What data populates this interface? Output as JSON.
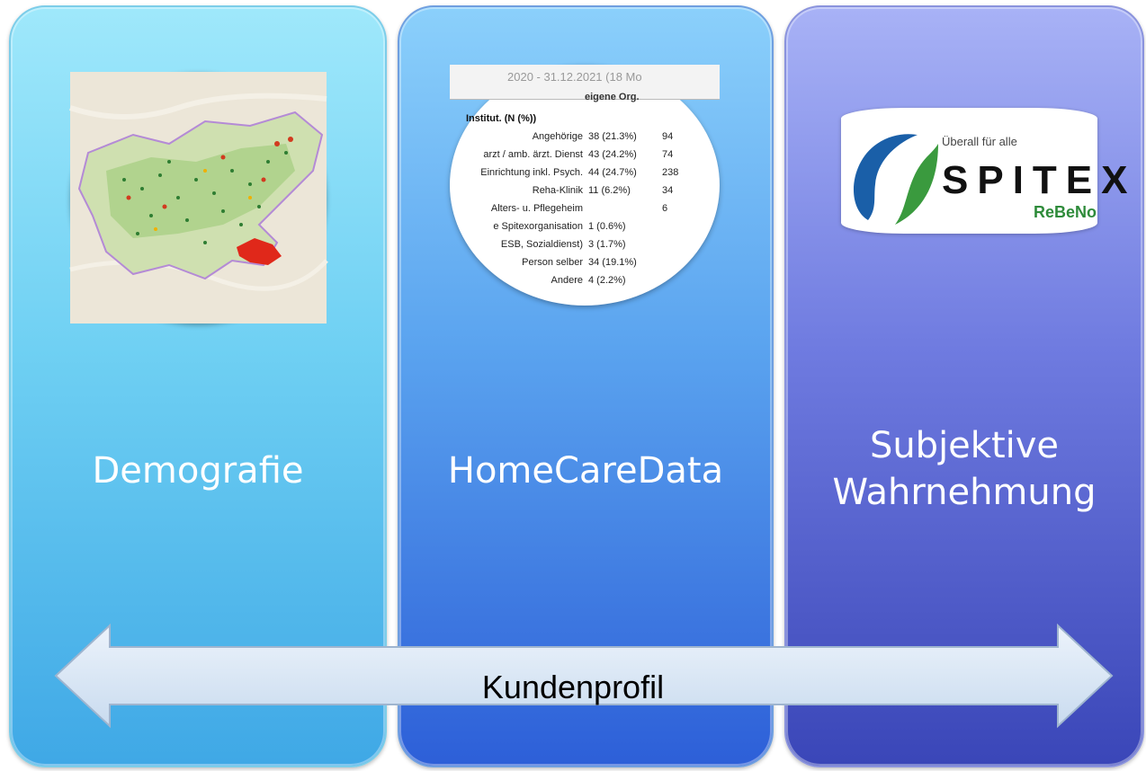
{
  "columns": [
    {
      "title": "Demografie"
    },
    {
      "title": "HomeCareData"
    },
    {
      "title": "Subjektive Wahrnehmung"
    }
  ],
  "table_snippet": {
    "date_range": "2020 - 31.12.2021 (18 Mo",
    "column_header": "eigene Org.",
    "section": "Institut. (N (%))",
    "rows": [
      {
        "label": "Angehörige",
        "value": "38 (21.3%)",
        "extra": "94"
      },
      {
        "label": "arzt / amb. ärzt. Dienst",
        "value": "43 (24.2%)",
        "extra": "74"
      },
      {
        "label": "Einrichtung inkl. Psych.",
        "value": "44 (24.7%)",
        "extra": "238"
      },
      {
        "label": "Reha-Klinik",
        "value": "11 (6.2%)",
        "extra": "34"
      },
      {
        "label": "Alters- u. Pflegeheim",
        "value": "",
        "extra": "6"
      },
      {
        "label": "e Spitexorganisation",
        "value": "1 (0.6%)",
        "extra": ""
      },
      {
        "label": "ESB, Sozialdienst)",
        "value": "3 (1.7%)",
        "extra": ""
      },
      {
        "label": "Person selber",
        "value": "34 (19.1%)",
        "extra": ""
      },
      {
        "label": "Andere",
        "value": "4 (2.2%)",
        "extra": ""
      }
    ]
  },
  "logo": {
    "tagline": "Überall für alle",
    "wordmark": "SPITEX",
    "subtext": "ReBeNo",
    "colors": {
      "blue": "#1a5fa8",
      "green": "#3a9a3e"
    }
  },
  "arrow": {
    "label": "Kundenprofil"
  }
}
